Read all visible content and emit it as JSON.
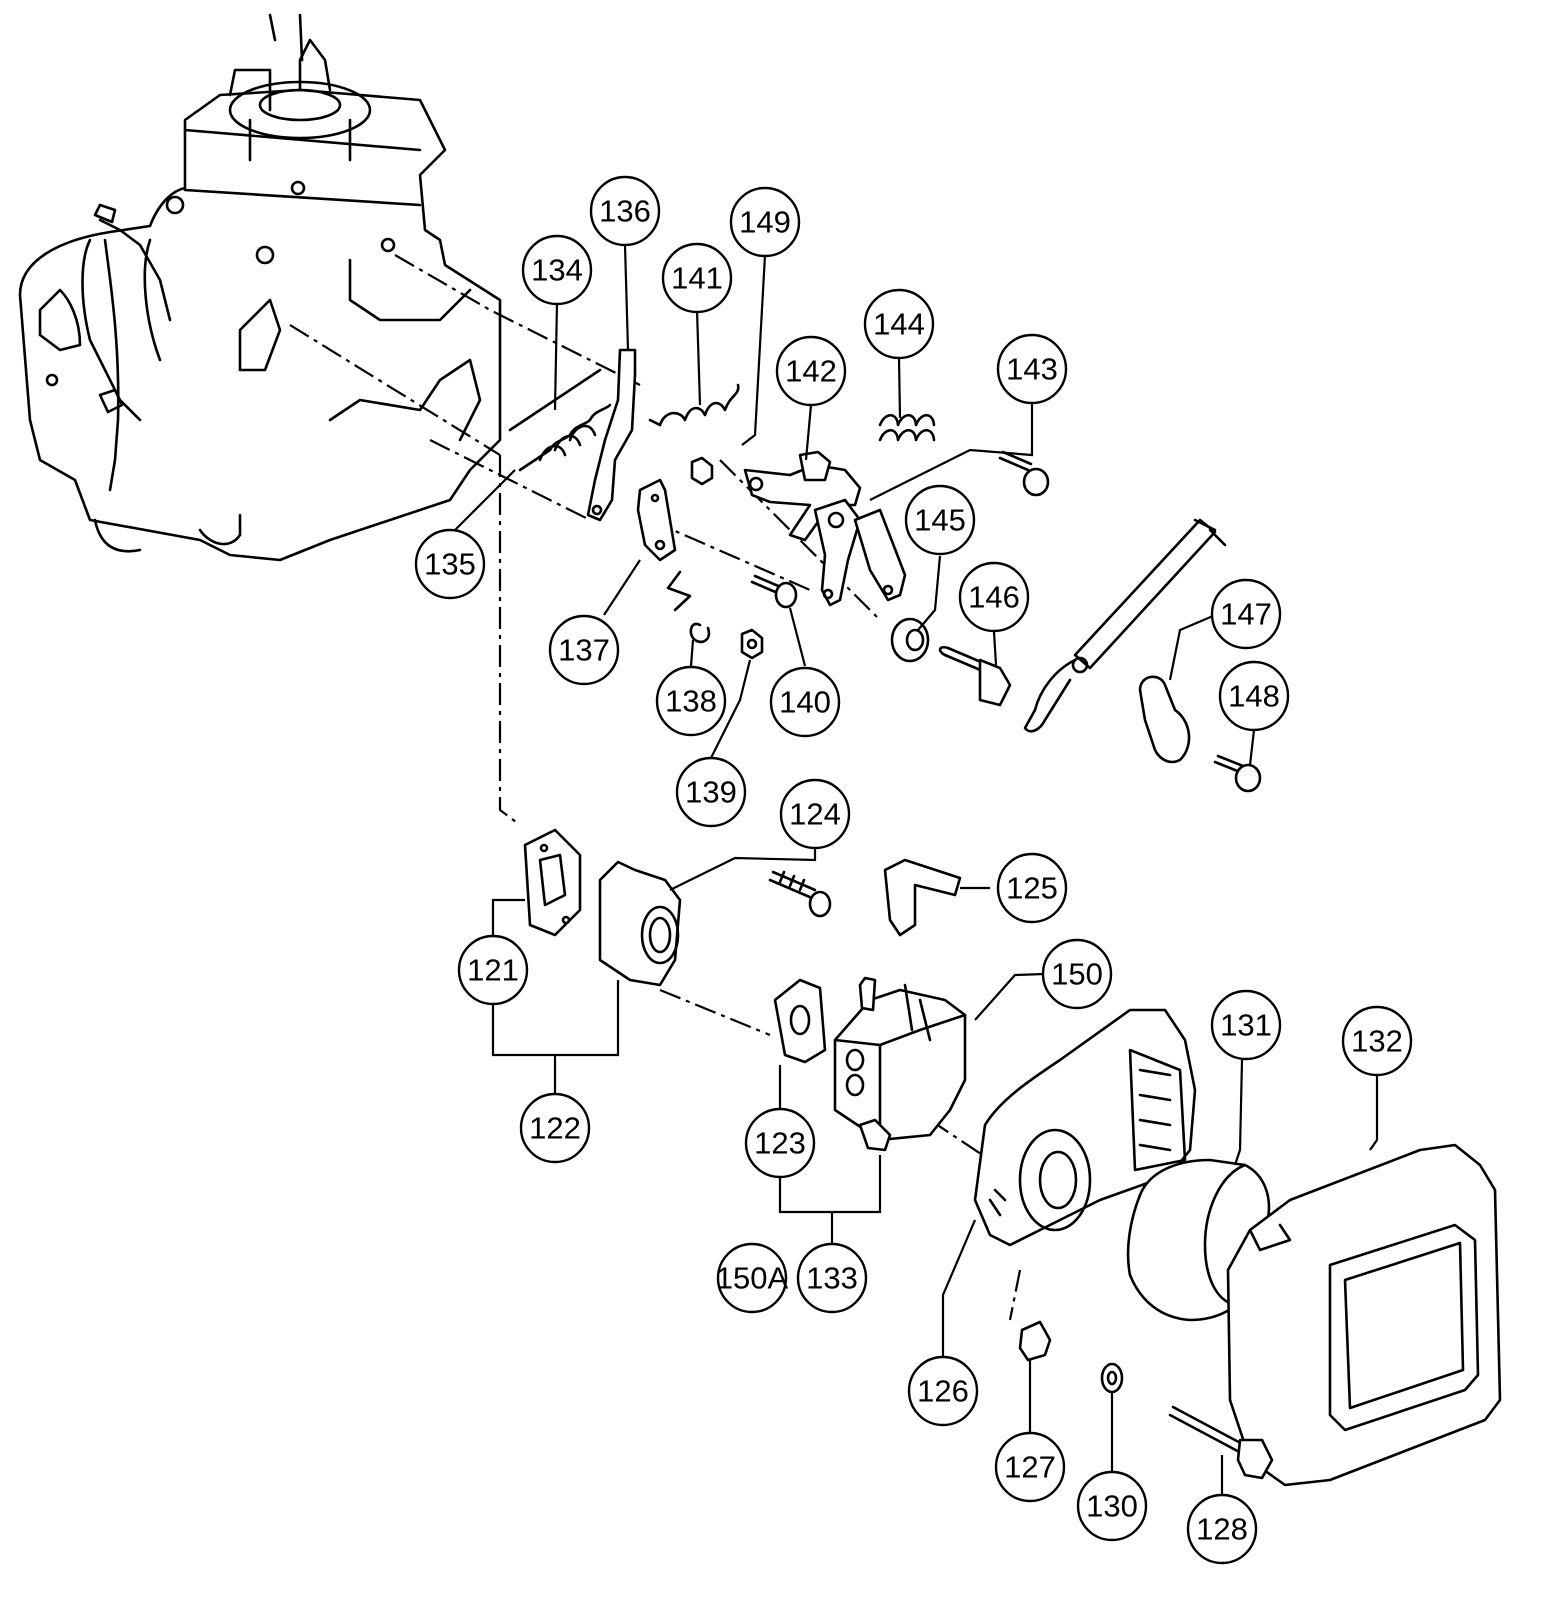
{
  "callouts": [
    {
      "id": "c121",
      "label": "121"
    },
    {
      "id": "c122",
      "label": "122"
    },
    {
      "id": "c123",
      "label": "123"
    },
    {
      "id": "c124",
      "label": "124"
    },
    {
      "id": "c125",
      "label": "125"
    },
    {
      "id": "c126",
      "label": "126"
    },
    {
      "id": "c127",
      "label": "127"
    },
    {
      "id": "c128",
      "label": "128"
    },
    {
      "id": "c130",
      "label": "130"
    },
    {
      "id": "c131",
      "label": "131"
    },
    {
      "id": "c132",
      "label": "132"
    },
    {
      "id": "c133",
      "label": "133"
    },
    {
      "id": "c134",
      "label": "134"
    },
    {
      "id": "c135",
      "label": "135"
    },
    {
      "id": "c136",
      "label": "136"
    },
    {
      "id": "c137",
      "label": "137"
    },
    {
      "id": "c138",
      "label": "138"
    },
    {
      "id": "c139",
      "label": "139"
    },
    {
      "id": "c140",
      "label": "140"
    },
    {
      "id": "c141",
      "label": "141"
    },
    {
      "id": "c142",
      "label": "142"
    },
    {
      "id": "c143",
      "label": "143"
    },
    {
      "id": "c144",
      "label": "144"
    },
    {
      "id": "c145",
      "label": "145"
    },
    {
      "id": "c146",
      "label": "146"
    },
    {
      "id": "c147",
      "label": "147"
    },
    {
      "id": "c148",
      "label": "148"
    },
    {
      "id": "c149",
      "label": "149"
    },
    {
      "id": "c150",
      "label": "150"
    },
    {
      "id": "c150A",
      "label": "150A"
    }
  ]
}
